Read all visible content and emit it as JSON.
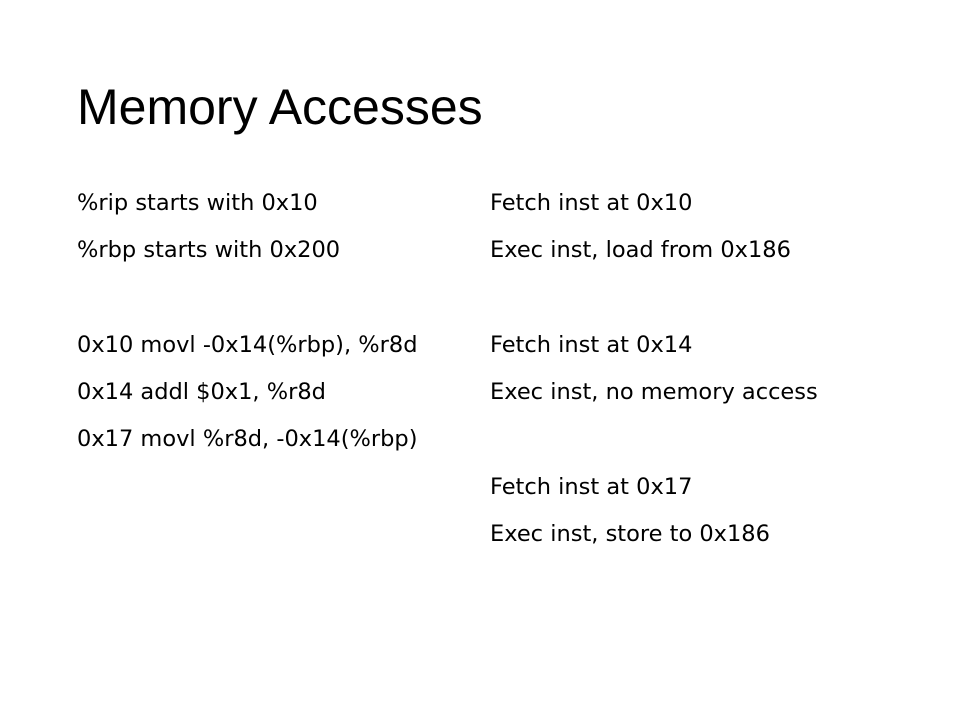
{
  "slide": {
    "title": "Memory Accesses",
    "left_lines": [
      "%rip starts with 0x10",
      "%rbp starts with 0x200",
      "",
      "0x10 movl -0x14(%rbp), %r8d",
      "0x14 addl $0x1, %r8d",
      "0x17 movl %r8d, -0x14(%rbp)",
      "",
      ""
    ],
    "right_lines": [
      "Fetch inst at 0x10",
      "Exec inst, load from 0x186",
      "",
      "Fetch inst at 0x14",
      "Exec inst, no memory access",
      "",
      "Fetch inst at 0x17",
      "Exec inst, store to 0x186"
    ]
  }
}
